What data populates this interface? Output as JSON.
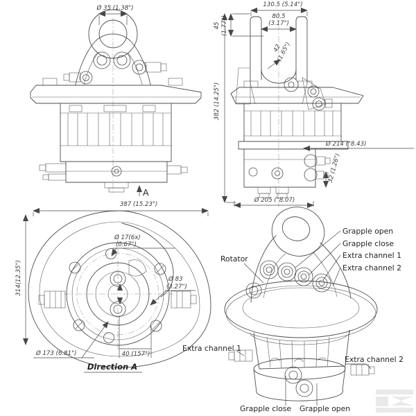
{
  "colors": {
    "line": "#4d4d4d",
    "dim_text": "#3a3a3a",
    "label_text": "#1f1f1f",
    "watermark": "#e9e9e9"
  },
  "logo": {
    "name": "kramp-k-watermark"
  },
  "views": {
    "front": {
      "dim_d35": "Ø 35 (1.38\")",
      "view_arrow_label": "A"
    },
    "side": {
      "dim_width_outer": "130.5 (5.14\")",
      "dim_width_inner_l1": "80.5",
      "dim_width_inner_l2": "(3.17\")",
      "dim_height_top_l1": "45",
      "dim_height_top_l2": "(1.77\")",
      "dim_pin_l1": "42",
      "dim_pin_l2": "(1.65\")",
      "dim_height_total": "382 (14.25\")",
      "dim_dia_bearing": "Ø 214 (\"8.43)",
      "dim_height_block": "32 (1.26\")",
      "dim_dia_housing": "Ø 205 (\"8.07)"
    },
    "top": {
      "dim_width_total": "387 (15.23\")",
      "dim_depth_total": "314(12.35\")",
      "dim_bolt_holes_l1": "Ø 17(6x)",
      "dim_bolt_holes_l2": "(0.67\")",
      "dim_bolt_circle_l1": "Ø 83",
      "dim_bolt_circle_l2": "(3.27\")",
      "dim_dia_flange": "Ø 173 (6.81\")",
      "dim_port_spacing": "40 (157\")",
      "caption": "Direction A"
    },
    "iso": {
      "rotator": "Rotator",
      "grapple_open_top": "Grapple open",
      "grapple_close_top": "Grapple close",
      "extra_channel_1_top": "Extra channel 1",
      "extra_channel_2_top": "Extra channel 2",
      "extra_channel_1_left": "Extra channel 1",
      "extra_channel_2_right": "Extra channel 2",
      "grapple_close_bottom": "Grapple close",
      "grapple_open_bottom": "Grapple open"
    }
  }
}
